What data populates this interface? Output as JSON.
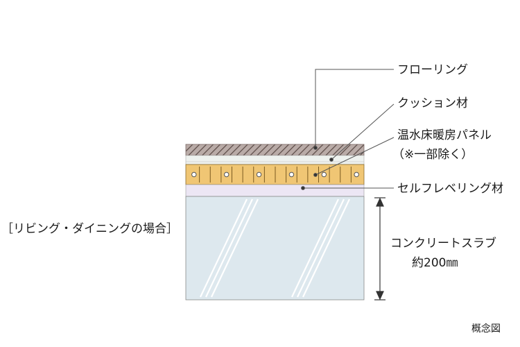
{
  "caption": "［リビング・ダイニングの場合］",
  "note": "概念図",
  "layers": {
    "flooring": "フローリング",
    "cushion": "クッション材",
    "heating_line1": "温水床暖房パネル",
    "heating_line2": "（※一部除く）",
    "leveling": "セルフレベリング材",
    "slab_line1": "コンクリートスラブ",
    "slab_line2": "約200㎜"
  },
  "colors": {
    "flooring": "#b7a9a5",
    "cushion": "#eef2ef",
    "heating_panel": "#f0c674",
    "leveling": "#ece6f4",
    "slab": "#dde8ee",
    "leader": "#555555"
  }
}
